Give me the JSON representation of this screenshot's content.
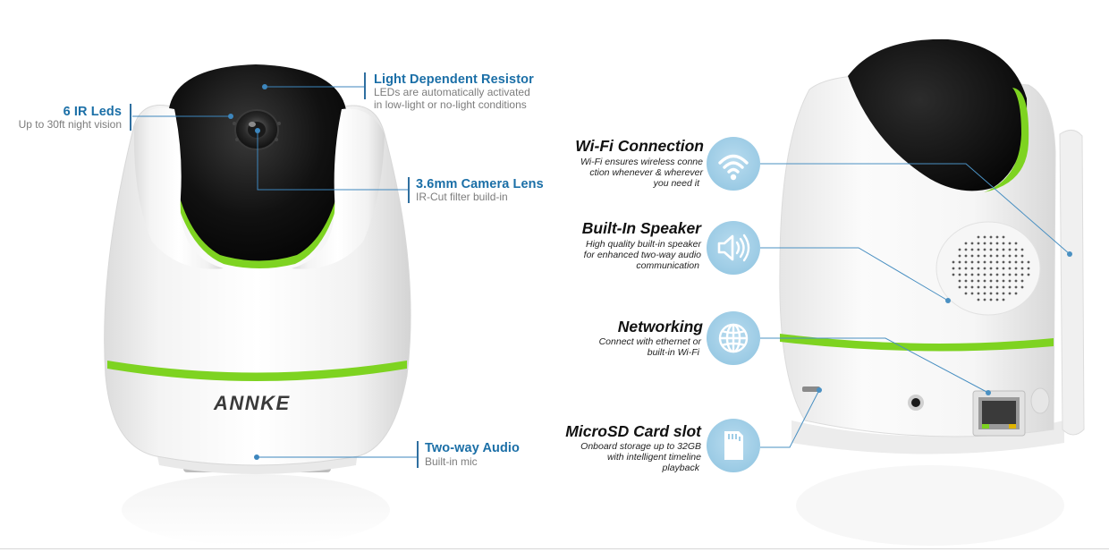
{
  "brand": {
    "logo_text": "ANNKE",
    "accent_green": "#7ed321",
    "label_blue": "#1b6fa7"
  },
  "front_callouts": [
    {
      "title": "Light Dependent Resistor",
      "desc": [
        "LEDs are automatically activated",
        "in low-light or no-light conditions"
      ]
    },
    {
      "title": "6 IR Leds",
      "desc": [
        "Up to 30ft night vision"
      ]
    },
    {
      "title": "3.6mm Camera Lens",
      "desc": [
        "IR-Cut filter build-in"
      ]
    },
    {
      "title": "Two-way Audio",
      "desc": [
        "Built-in mic"
      ]
    }
  ],
  "back_features": [
    {
      "title": "Wi-Fi Connection",
      "desc": [
        "Wi-Fi ensures wireless conne",
        "ction whenever & wherever",
        "you need it"
      ],
      "icon": "wifi-icon"
    },
    {
      "title": "Built-In Speaker",
      "desc": [
        "High quality built-in speaker",
        "for enhanced two-way audio",
        "communication"
      ],
      "icon": "speaker-icon"
    },
    {
      "title": "Networking",
      "desc": [
        "Connect with ethernet or",
        "built-in Wi-Fi"
      ],
      "icon": "globe-icon"
    },
    {
      "title": "MicroSD Card slot",
      "desc": [
        "Onboard storage up to 32GB",
        "with intelligent timeline",
        "playback"
      ],
      "icon": "sd-card-icon"
    }
  ]
}
